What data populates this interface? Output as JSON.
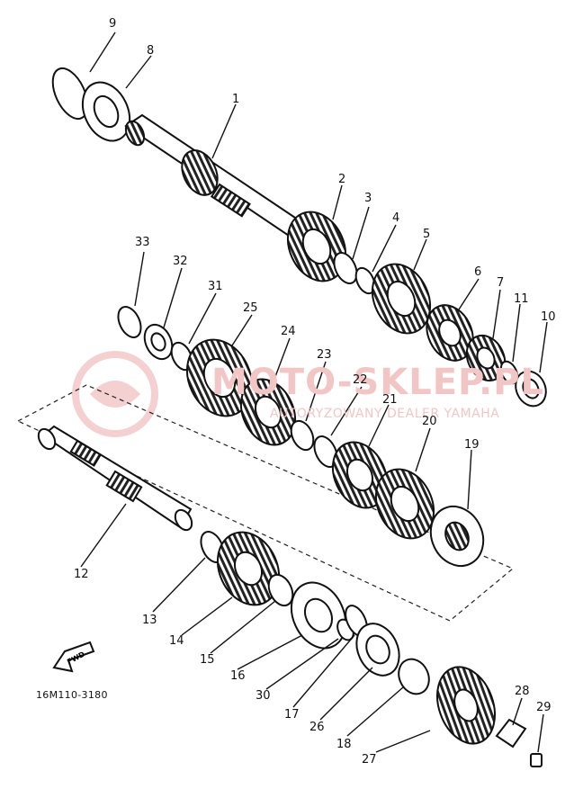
{
  "diagram": {
    "part_code": "16M110-3180",
    "fwd_label": "FWD",
    "watermark": {
      "main": "MOTO-SKLEP.PL",
      "sub": "AUTORYZOWANY DEALER YAMAHA"
    },
    "callouts": [
      "1",
      "2",
      "3",
      "4",
      "5",
      "6",
      "7",
      "8",
      "9",
      "10",
      "11",
      "12",
      "13",
      "14",
      "15",
      "16",
      "17",
      "18",
      "19",
      "20",
      "21",
      "22",
      "23",
      "24",
      "25",
      "26",
      "27",
      "28",
      "29",
      "30",
      "31",
      "32",
      "33"
    ]
  }
}
